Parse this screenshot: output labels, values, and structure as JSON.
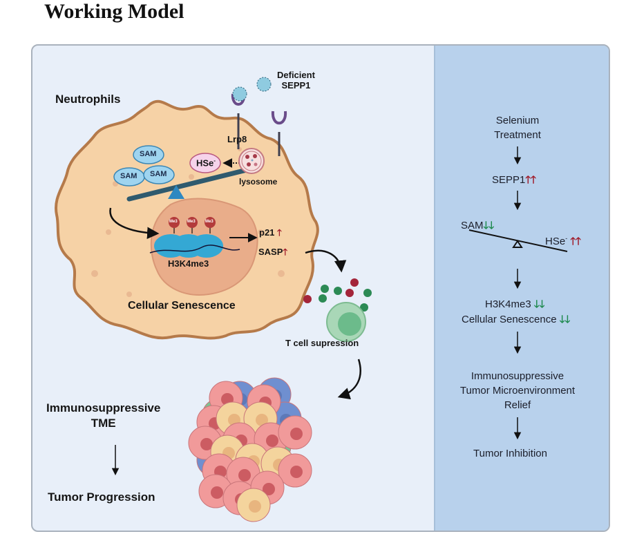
{
  "title": "Working Model",
  "left": {
    "neutrophils": "Neutrophils",
    "deficient_sepp1": [
      "Deficient",
      "SEPP1"
    ],
    "lrp8": "Lrp8",
    "lysosome": "lysosome",
    "sam": "SAM",
    "hse": "HSe",
    "hse_sup": "-",
    "me3": "Me3",
    "h3k4me3": "H3K4me3",
    "p21": "p21",
    "sasp": "SASP",
    "cellular_senescence": "Cellular Senescence",
    "t_cell_suppression": "T cell supression",
    "immunosuppressive_tme": [
      "Immunosuppressive",
      "TME"
    ],
    "tumor_progression": "Tumor Progression",
    "up_arrow": "🡑"
  },
  "right": {
    "selenium_treatment": [
      "Selenium",
      "Treatment"
    ],
    "sepp1": "SEPP1",
    "sam": "SAM",
    "hse": "HSe",
    "hse_sup": "-",
    "h3k4me3": "H3K4me3",
    "cellular_senescence": "Cellular Senescence",
    "tme_relief": [
      "Immunosuppressive",
      "Tumor Microenvironment",
      "Relief"
    ],
    "tumor_inhibition": "Tumor Inhibition",
    "double_up": "🡑🡑",
    "double_down": "🡓🡓"
  },
  "colors": {
    "up_arrow": "#a01c2a",
    "down_arrow": "#1f8a4f",
    "panel_left": "#e8eff9",
    "panel_right": "#b8d1ec",
    "cell_fill": "#f6d2a6",
    "cell_border": "#b57a4a",
    "nucleus": "#e9ad8a"
  }
}
